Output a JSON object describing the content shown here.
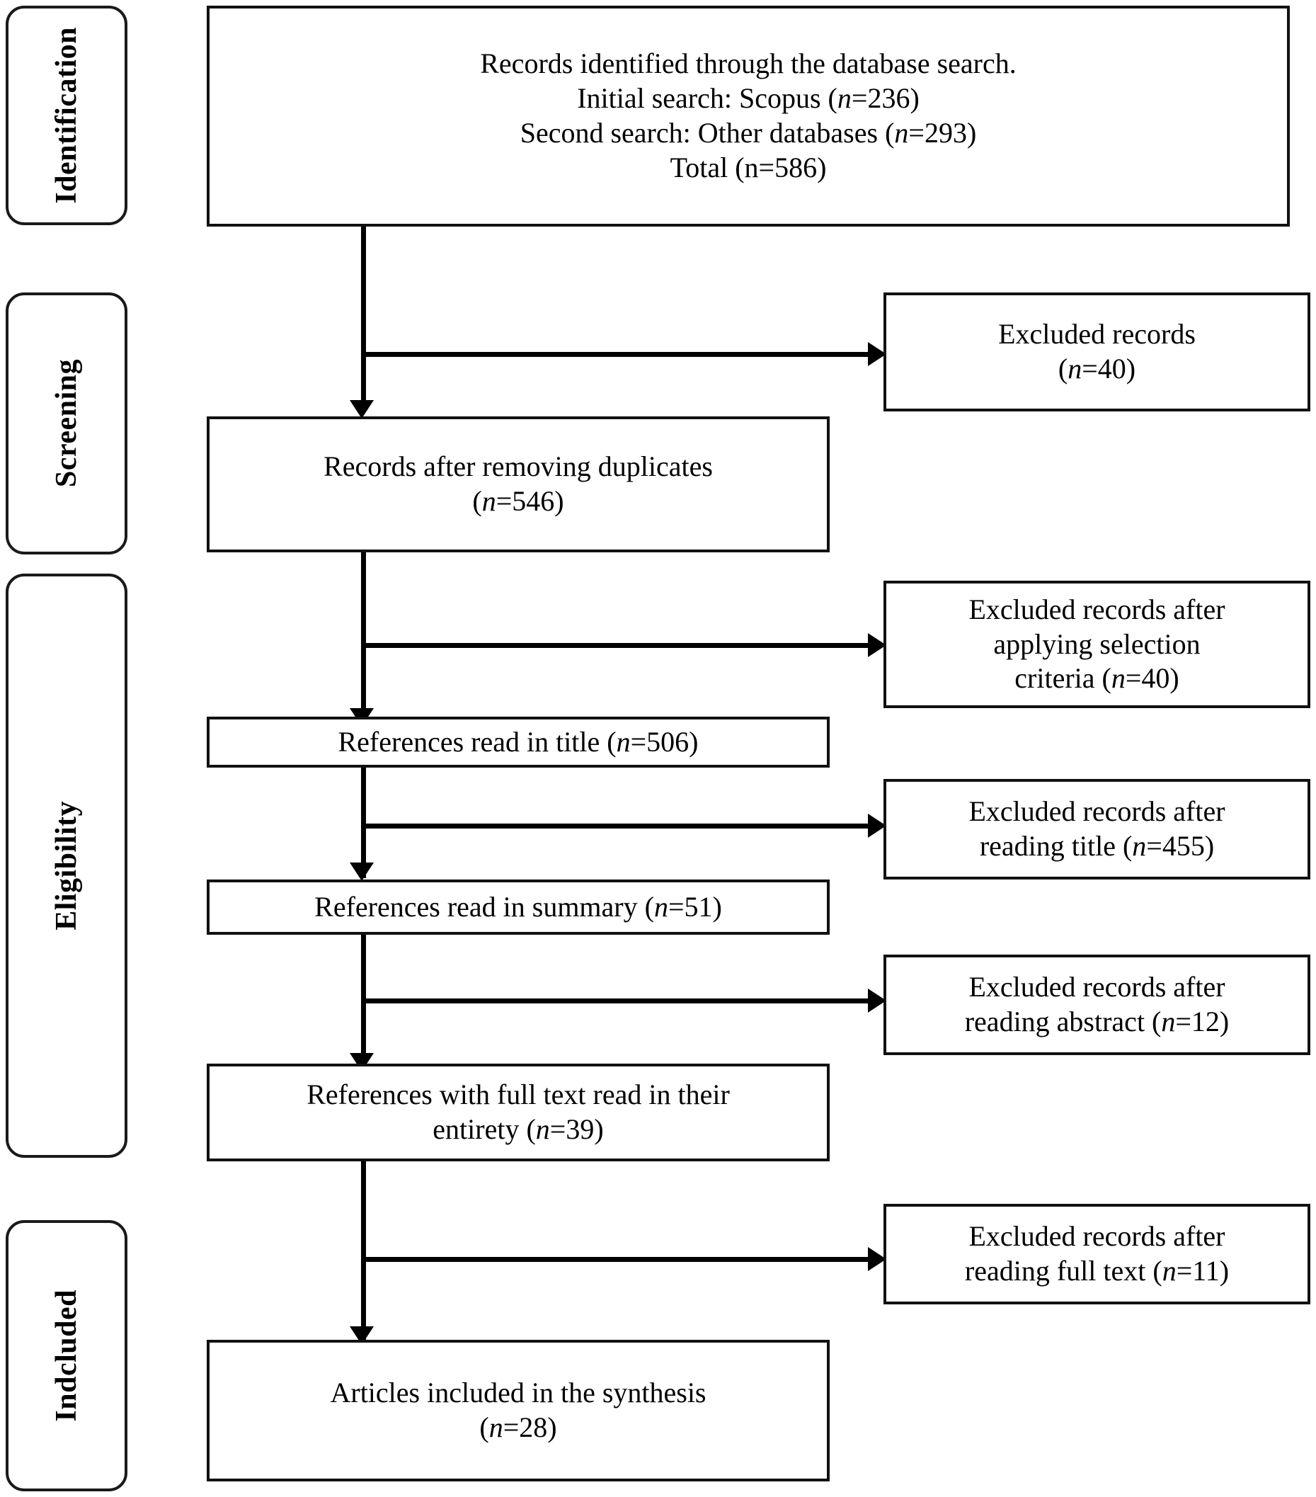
{
  "diagram": {
    "type": "prisma-flow-diagram",
    "title": "",
    "stages": [
      {
        "id": "identification",
        "label": "Identification"
      },
      {
        "id": "screening",
        "label": "Screening"
      },
      {
        "id": "eligibility",
        "label": "Eligibility"
      },
      {
        "id": "included",
        "label": "Indcluded"
      }
    ],
    "main_boxes": [
      {
        "id": "records-identified",
        "stage": "identification",
        "lines": [
          "Records identified through the database search.",
          "Initial search: Scopus (<i>n</i>=236)",
          "Second search: Other databases (<i>n</i>=293)",
          "Total (n=586)"
        ],
        "counts": {
          "initial_scopus": 236,
          "second_other": 293,
          "total": 586
        }
      },
      {
        "id": "records-after-duplicates",
        "stage": "screening",
        "lines": [
          "Records after removing duplicates",
          "(<i>n</i>=546)"
        ],
        "counts": {
          "n": 546
        }
      },
      {
        "id": "references-read-title",
        "stage": "eligibility",
        "lines": [
          "References read in title (<i>n</i>=506)"
        ],
        "counts": {
          "n": 506
        }
      },
      {
        "id": "references-read-summary",
        "stage": "eligibility",
        "lines": [
          "References read in summary (<i>n</i>=51)"
        ],
        "counts": {
          "n": 51
        }
      },
      {
        "id": "references-full-text",
        "stage": "eligibility",
        "lines": [
          "References with full text read in their",
          "entirety (<i>n</i>=39)"
        ],
        "counts": {
          "n": 39
        }
      },
      {
        "id": "articles-included",
        "stage": "included",
        "lines": [
          "Articles included in the synthesis",
          "(<i>n</i>=28)"
        ],
        "counts": {
          "n": 28
        }
      }
    ],
    "excluded_boxes": [
      {
        "id": "excluded-duplicates",
        "lines": [
          "Excluded records",
          "(<i>n</i>=40)"
        ],
        "counts": {
          "n": 40
        }
      },
      {
        "id": "excluded-selection-criteria",
        "lines": [
          "Excluded records after",
          "applying selection",
          "criteria (<i>n</i>=40)"
        ],
        "counts": {
          "n": 40
        }
      },
      {
        "id": "excluded-reading-title",
        "lines": [
          "Excluded records after",
          "reading title (<i>n</i>=455)"
        ],
        "counts": {
          "n": 455
        }
      },
      {
        "id": "excluded-reading-abstract",
        "lines": [
          "Excluded records after",
          "reading abstract (<i>n</i>=12)"
        ],
        "counts": {
          "n": 12
        }
      },
      {
        "id": "excluded-reading-full-text",
        "lines": [
          "Excluded records after",
          "reading full text (<i>n</i>=11)"
        ],
        "counts": {
          "n": 11
        }
      }
    ],
    "colors": {
      "stroke": "#111111",
      "background": "#ffffff",
      "text": "#000000"
    }
  }
}
